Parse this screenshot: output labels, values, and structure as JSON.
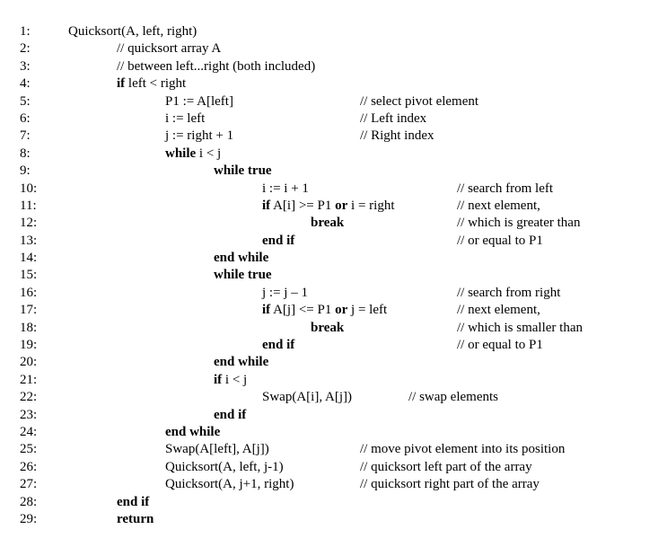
{
  "lines": [
    {
      "num": "1:",
      "code": "Quicksort(A, left, right)"
    },
    {
      "num": "2:",
      "code": "// quicksort array A"
    },
    {
      "num": "3:",
      "code": "// between left...right (both included)"
    },
    {
      "num": "4:",
      "kw": "if",
      "code": " left < right"
    },
    {
      "num": "5:",
      "code": "P1 := A[left]",
      "comment": "// select pivot element"
    },
    {
      "num": "6:",
      "code": "i := left",
      "comment": "// Left index"
    },
    {
      "num": "7:",
      "code": "j := right + 1",
      "comment": "// Right index"
    },
    {
      "num": "8:",
      "kw": "while",
      "code": " i < j"
    },
    {
      "num": "9:",
      "kw": "while  true"
    },
    {
      "num": "10:",
      "code": "i := i + 1",
      "comment": "// search from left"
    },
    {
      "num": "11:",
      "kw": "if",
      "code": " A[i] >= P1 ",
      "kw2": "or",
      "code2": " i = right",
      "comment": "// next element,"
    },
    {
      "num": "12:",
      "kw": "break",
      "comment": "// which is  greater than"
    },
    {
      "num": "13:",
      "kw": "end if",
      "comment": "// or equal to P1"
    },
    {
      "num": "14:",
      "kw": "end while"
    },
    {
      "num": "15:",
      "kw": "while  true"
    },
    {
      "num": "16:",
      "code": "j := j – 1",
      "comment": "// search from right"
    },
    {
      "num": "17:",
      "kw": "if",
      "code": " A[j] <= P1 ",
      "kw2": "or",
      "code2": " j = left",
      "comment": "// next element,"
    },
    {
      "num": "18:",
      "kw": "break",
      "comment": "// which is  smaller than"
    },
    {
      "num": "19:",
      "kw": "end if",
      "comment": "// or equal to P1"
    },
    {
      "num": "20:",
      "kw": "end while"
    },
    {
      "num": "21:",
      "kw": "if",
      "code": "  i < j"
    },
    {
      "num": "22:",
      "code": "Swap(A[i], A[j])",
      "comment": "// swap elements"
    },
    {
      "num": "23:",
      "kw": "end if"
    },
    {
      "num": "24:",
      "kw": "end while"
    },
    {
      "num": "25:",
      "code": "Swap(A[left], A[j])",
      "comment": "// move pivot element into its position"
    },
    {
      "num": "26:",
      "code": "Quicksort(A, left, j-1)",
      "comment": "// quicksort left part of the array"
    },
    {
      "num": "27:",
      "code": "Quicksort(A, j+1, right)",
      "comment": "// quicksort right part of the array"
    },
    {
      "num": "28:",
      "kw": "end if"
    },
    {
      "num": "29:",
      "kw": "return"
    }
  ]
}
